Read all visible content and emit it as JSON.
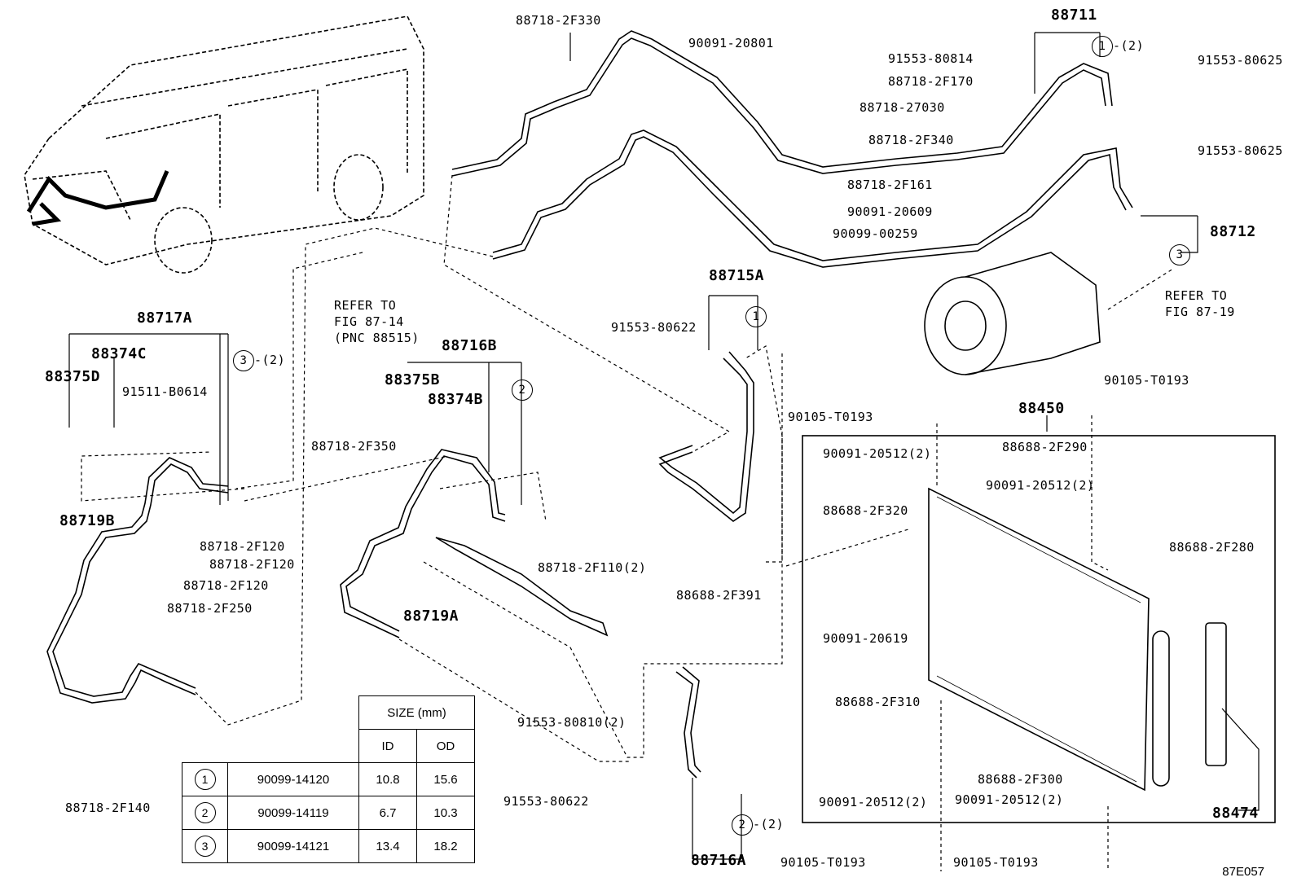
{
  "labels": {
    "p88718_2F330": "88718-2F330",
    "p90091_20801": "90091-20801",
    "p91553_80814": "91553-80814",
    "p88718_2F170": "88718-2F170",
    "p88718_27030": "88718-27030",
    "p88718_2F340": "88718-2F340",
    "p88718_2F161": "88718-2F161",
    "p90091_20609": "90091-20609",
    "p90099_00259": "90099-00259",
    "p88711": "88711",
    "p91553_80625a": "91553-80625",
    "p91553_80625b": "91553-80625",
    "p88712": "88712",
    "refer_19a": "REFER TO",
    "refer_19b": "FIG 87-19",
    "refer_14a": "REFER TO",
    "refer_14b": "FIG 87-14",
    "refer_14c": "(PNC 88515)",
    "p88717A": "88717A",
    "p88374C": "88374C",
    "p88375D": "88375D",
    "p91511_B0614": "91511-B0614",
    "p88719B": "88719B",
    "p88718_2F120a": "88718-2F120",
    "p88718_2F120b": "88718-2F120",
    "p88718_2F120c": "88718-2F120",
    "p88718_2F250": "88718-2F250",
    "p88718_2F140": "88718-2F140",
    "p88716B": "88716B",
    "p88375B": "88375B",
    "p88374B": "88374B",
    "p88718_2F350": "88718-2F350",
    "p88718_2F110": "88718-2F110(2)",
    "p88688_2F391": "88688-2F391",
    "p88719A": "88719A",
    "p91553_80810": "91553-80810(2)",
    "p88715A": "88715A",
    "p91553_80622a": "91553-80622",
    "p91553_80622b": "91553-80622",
    "p90105_T0193a": "90105-T0193",
    "p90105_T0193b": "90105-T0193",
    "p90105_T0193c": "90105-T0193",
    "p90105_T0193d": "90105-T0193",
    "p88450": "88450",
    "p90091_20512a": "90091-20512(2)",
    "p88688_2F290": "88688-2F290",
    "p90091_20512b": "90091-20512(2)",
    "p88688_2F320": "88688-2F320",
    "p88688_2F280": "88688-2F280",
    "p90091_20619": "90091-20619",
    "p88688_2F310": "88688-2F310",
    "p90091_20512c": "90091-20512(2)",
    "p88688_2F300": "88688-2F300",
    "p90091_20512d": "90091-20512(2)",
    "p88474": "88474",
    "p88716A": "88716A",
    "c1": "1",
    "c1q": "1",
    "c1q_n": "-(2)",
    "c2": "2",
    "c2q": "2",
    "c2q_n": "-(2)",
    "c3": "3",
    "c3q": "3",
    "c3q_n": "-(2)",
    "fig": "87E057"
  },
  "size_table": {
    "header": "SIZE (mm)",
    "col_id": "ID",
    "col_od": "OD",
    "rows": [
      {
        "mark": "1",
        "part": "90099-14120",
        "id": "10.8",
        "od": "15.6"
      },
      {
        "mark": "2",
        "part": "90099-14119",
        "id": "6.7",
        "od": "10.3"
      },
      {
        "mark": "3",
        "part": "90099-14121",
        "id": "13.4",
        "od": "18.2"
      }
    ]
  }
}
